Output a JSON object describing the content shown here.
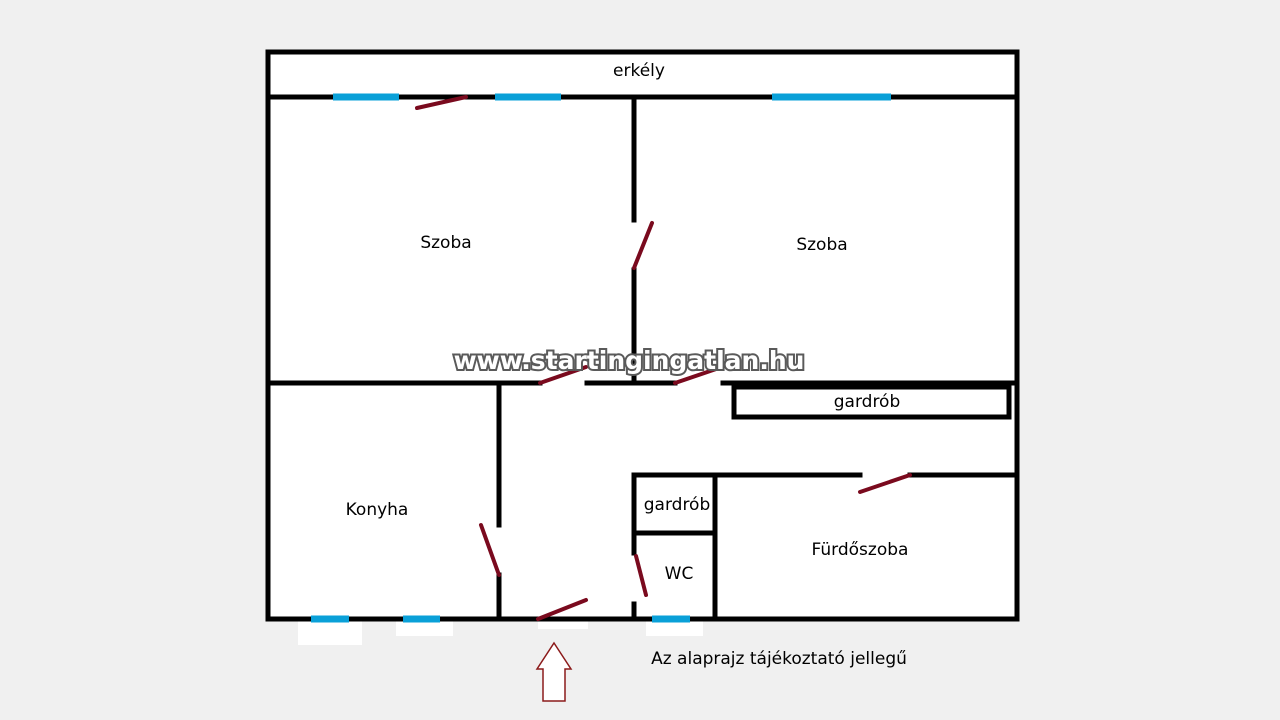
{
  "rooms": {
    "balcony": "erkély",
    "room_left": "Szoba",
    "room_right": "Szoba",
    "wardrobe_hall": "gardrób",
    "kitchen": "Konyha",
    "wardrobe_small": "gardrób",
    "wc": "WC",
    "bathroom": "Fürdőszoba"
  },
  "watermark": "www.startingingatlan.hu",
  "note": "Az alaprajz tájékoztató jellegű",
  "colors": {
    "wall": "#000000",
    "window": "#0aa0d8",
    "door": "#7a0a1e",
    "entrance_arrow": "#8b1a1a",
    "background": "#f0f0f0"
  }
}
